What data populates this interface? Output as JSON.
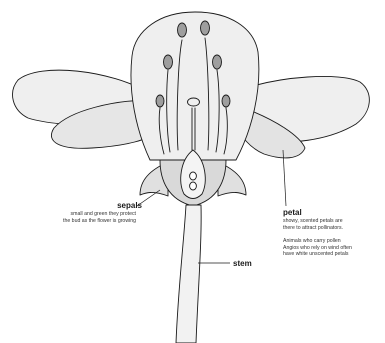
{
  "labels": {
    "sepals": {
      "title": "sepals",
      "description_lines": [
        "small and green they protect",
        "the bud as the flower is growing"
      ]
    },
    "petal": {
      "title": "petal",
      "description_lines": [
        "showy, scented petals are",
        "there to attract pollinators."
      ],
      "note_lines": [
        "Animals who carry pollen",
        "Angios who rely on wind often",
        "have white unscented petals"
      ]
    },
    "stem": {
      "title": "stem"
    }
  },
  "colors": {
    "line": "#1a1a1a",
    "petal_fill": "#efefef",
    "shade": "#bdbdbd",
    "background": "#ffffff"
  }
}
